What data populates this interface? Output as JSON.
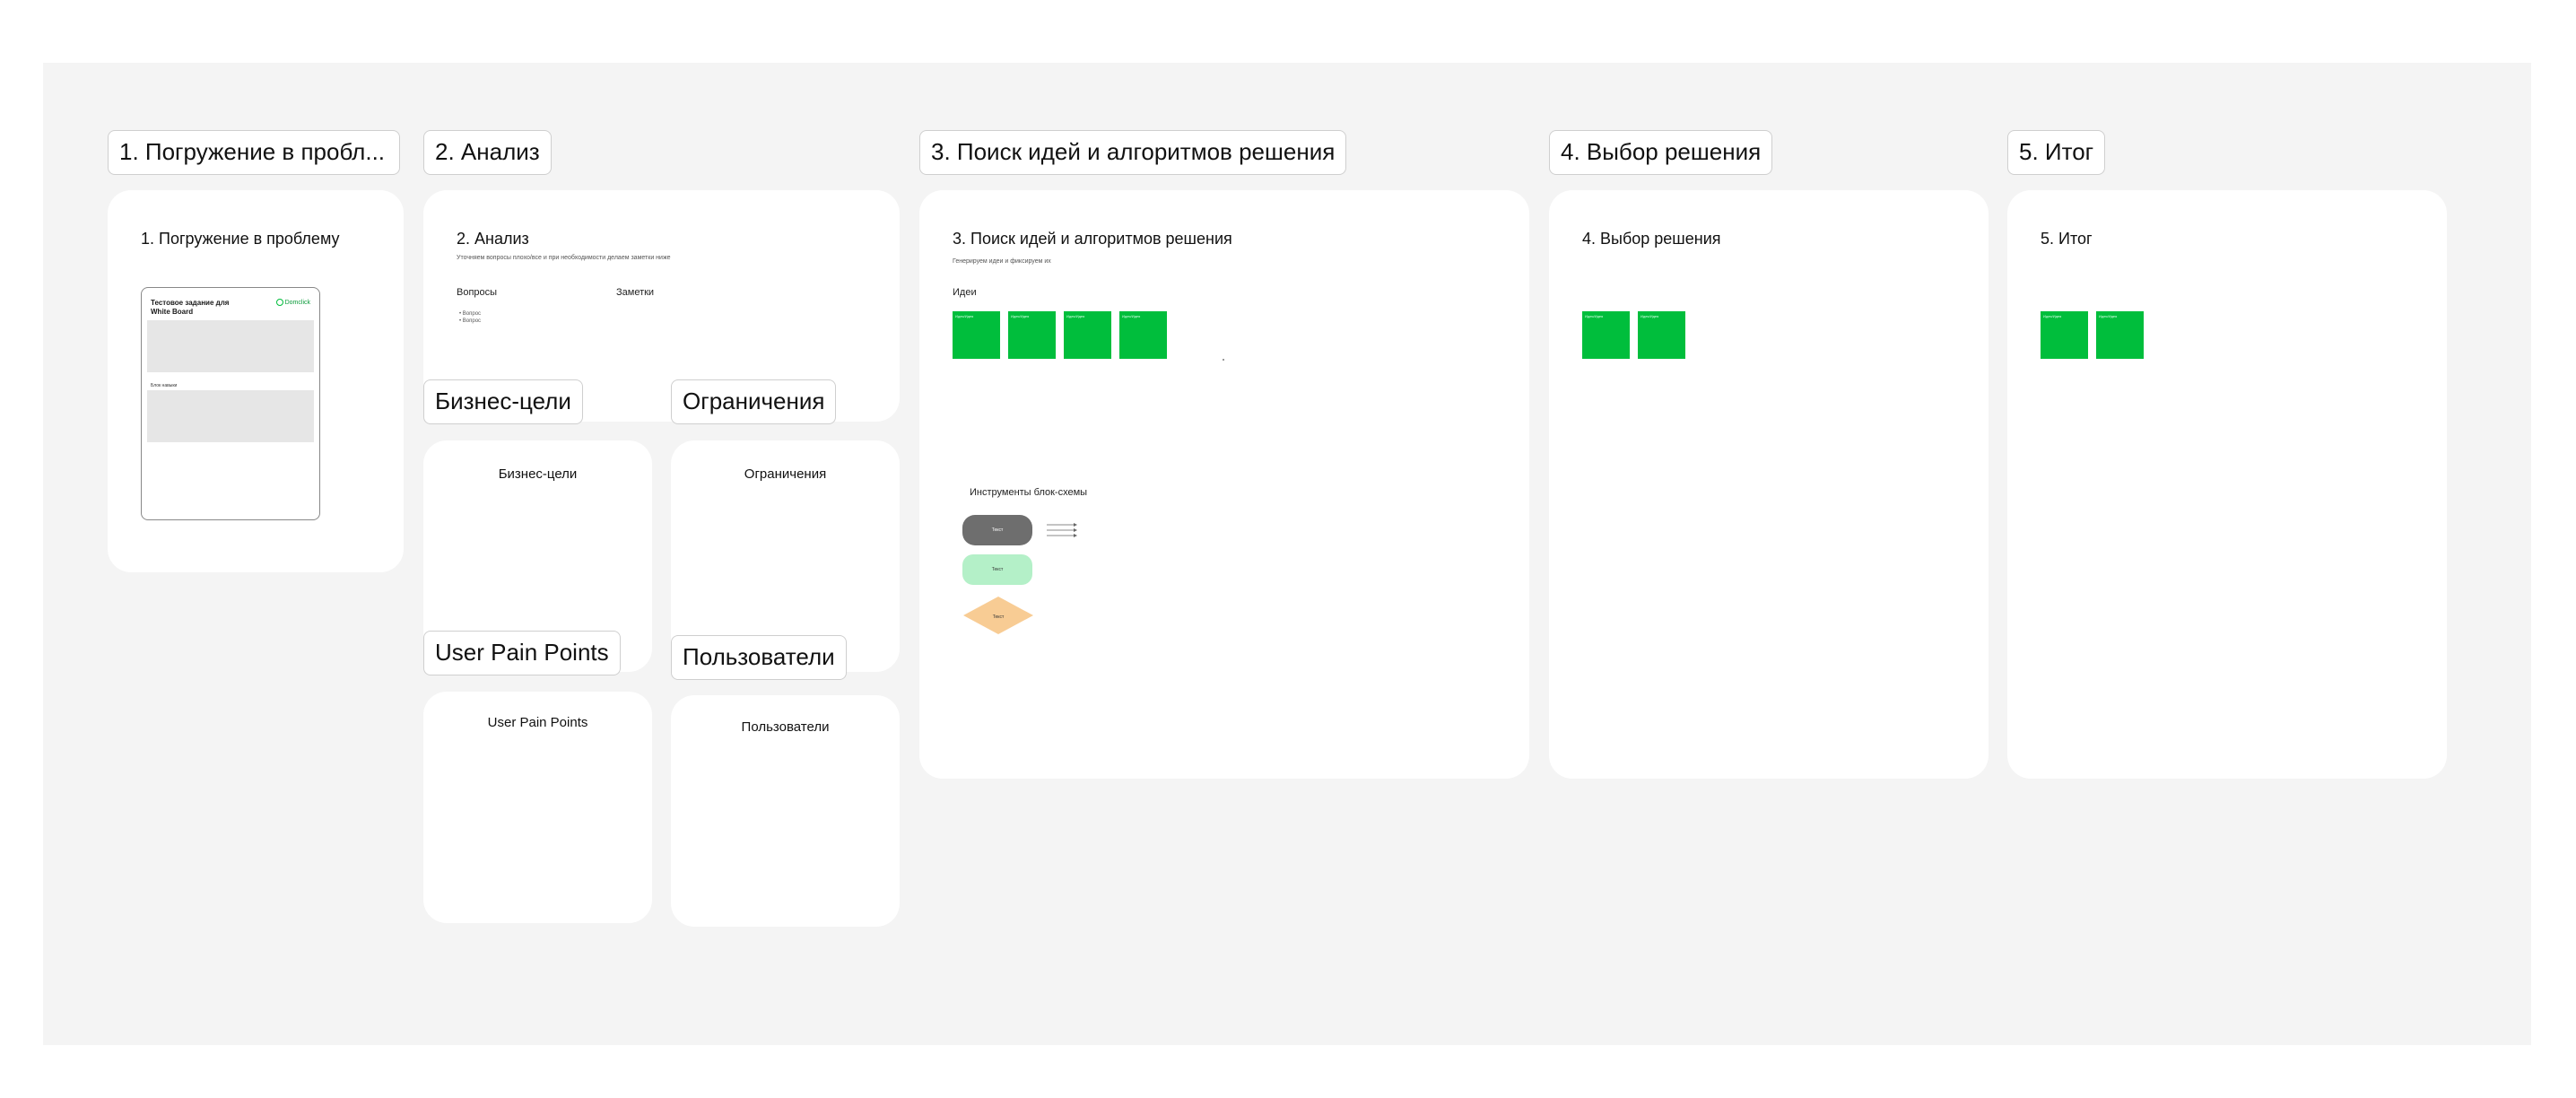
{
  "tabs": {
    "t1": "1. Погружение в пробл...",
    "t2": "2. Анализ",
    "t3": "3. Поиск идей и алгоритмов решения",
    "t4": "4. Выбор решения",
    "t5": "5. Итог",
    "biz": "Бизнес-цели",
    "lim": "Ограничения",
    "pain": "User Pain Points",
    "users": "Пользователи"
  },
  "card1": {
    "title": "1. Погружение в проблему",
    "doc_title": "Тестовое задание для White Board",
    "doc_logo": "Domclick",
    "doc_section": "Блок навыки"
  },
  "card2": {
    "title": "2. Анализ",
    "subtitle": "Уточняем вопросы плохо/все и при необходимости делаем заметки ниже",
    "col1": "Вопросы",
    "col2": "Заметки",
    "bullet1": "• Вопрос",
    "bullet2": "• Вопрос"
  },
  "biz": {
    "title": "Бизнес-цели"
  },
  "lim": {
    "title": "Ограничения"
  },
  "pain": {
    "title": "User Pain Points"
  },
  "users": {
    "title": "Пользователи"
  },
  "card3": {
    "title": "3. Поиск идей и алгоритмов решения",
    "subtitle": "Генерируем идеи и фиксируем их",
    "ideas_label": "Идеи",
    "sticky_label": "Идея/Идея",
    "flow_title": "Инструменты блок-схемы",
    "flow_text": "Текст"
  },
  "card4": {
    "title": "4. Выбор решения",
    "sticky_label": "Идея/Идея"
  },
  "card5": {
    "title": "5. Итог",
    "sticky_label": "Идея/Идея"
  },
  "colors": {
    "canvas": "#f4f4f4",
    "sticky": "#00be3c",
    "flow_gray": "#6e6e6e",
    "flow_green": "#b4f0c8",
    "flow_orange": "#f8cc94"
  }
}
